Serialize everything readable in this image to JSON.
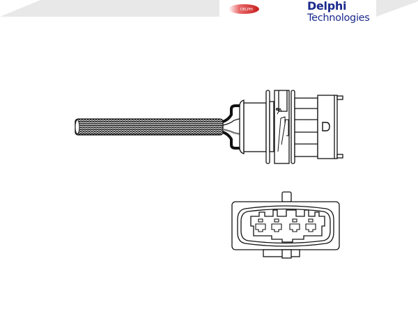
{
  "header": {
    "brand_name": "Delphi",
    "brand_subtitle": "Technologies",
    "brand_color": "#1a2a8c",
    "badge_color": "#d42a2a",
    "banner_color": "#e6e6e6"
  },
  "drawing": {
    "subject": "oxygen sensor (lambda probe) with braided cable and 4-pin connector",
    "views": [
      {
        "name": "side-view",
        "label": ""
      },
      {
        "name": "connector-face-view",
        "label": ""
      }
    ],
    "connector_pins": 4,
    "connector_marking": "D"
  }
}
